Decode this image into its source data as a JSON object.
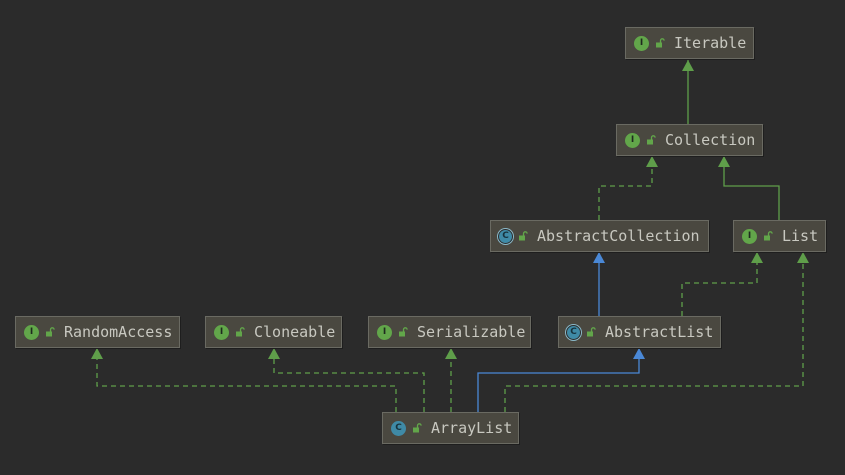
{
  "colors": {
    "background": "#2b2b2b",
    "node_fill": "#4a4840",
    "implements_edge": "#5f9e4a",
    "extends_edge": "#4a88d6",
    "interface_badge": "#62a64a",
    "class_badge": "#3f8aa6"
  },
  "nodes": [
    {
      "id": "Iterable",
      "label": "Iterable",
      "kind": "interface",
      "badge": "I",
      "icon": "interface-icon"
    },
    {
      "id": "Collection",
      "label": "Collection",
      "kind": "interface",
      "badge": "I",
      "icon": "interface-icon"
    },
    {
      "id": "AbstractCollection",
      "label": "AbstractCollection",
      "kind": "abstract-class",
      "badge": "C",
      "icon": "abstract-class-icon"
    },
    {
      "id": "List",
      "label": "List",
      "kind": "interface",
      "badge": "I",
      "icon": "interface-icon"
    },
    {
      "id": "RandomAccess",
      "label": "RandomAccess",
      "kind": "interface",
      "badge": "I",
      "icon": "interface-icon"
    },
    {
      "id": "Cloneable",
      "label": "Cloneable",
      "kind": "interface",
      "badge": "I",
      "icon": "interface-icon"
    },
    {
      "id": "Serializable",
      "label": "Serializable",
      "kind": "interface",
      "badge": "I",
      "icon": "interface-icon"
    },
    {
      "id": "AbstractList",
      "label": "AbstractList",
      "kind": "abstract-class",
      "badge": "C",
      "icon": "abstract-class-icon"
    },
    {
      "id": "ArrayList",
      "label": "ArrayList",
      "kind": "class",
      "badge": "C",
      "icon": "class-icon"
    }
  ],
  "edges": [
    {
      "from": "Collection",
      "to": "Iterable",
      "type": "extends-interface"
    },
    {
      "from": "AbstractCollection",
      "to": "Collection",
      "type": "implements"
    },
    {
      "from": "List",
      "to": "Collection",
      "type": "extends-interface"
    },
    {
      "from": "AbstractList",
      "to": "AbstractCollection",
      "type": "extends"
    },
    {
      "from": "AbstractList",
      "to": "List",
      "type": "implements"
    },
    {
      "from": "ArrayList",
      "to": "AbstractList",
      "type": "extends"
    },
    {
      "from": "ArrayList",
      "to": "List",
      "type": "implements"
    },
    {
      "from": "ArrayList",
      "to": "RandomAccess",
      "type": "implements"
    },
    {
      "from": "ArrayList",
      "to": "Cloneable",
      "type": "implements"
    },
    {
      "from": "ArrayList",
      "to": "Serializable",
      "type": "implements"
    }
  ]
}
